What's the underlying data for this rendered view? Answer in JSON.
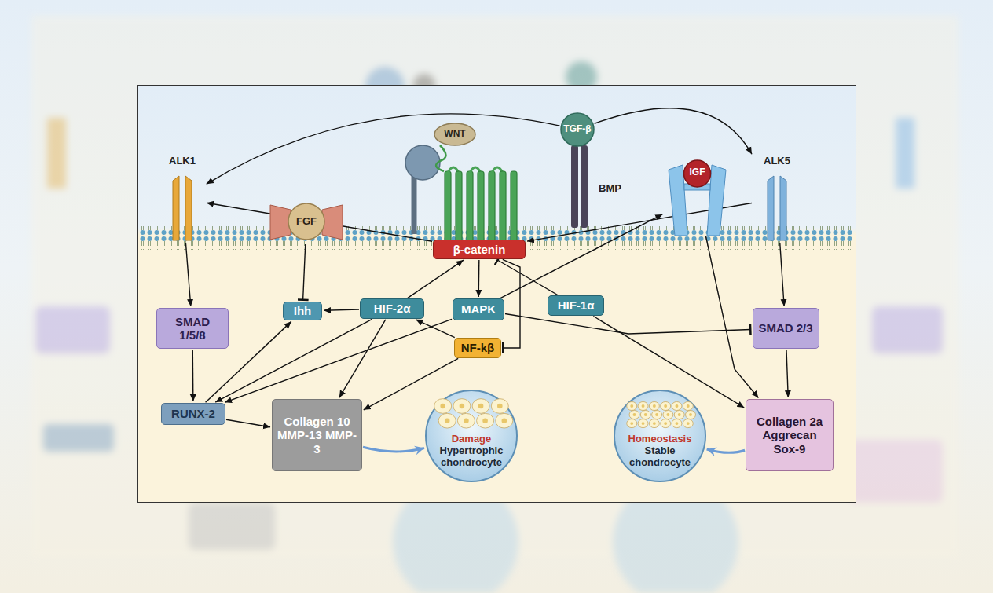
{
  "diagram": {
    "nodes": [
      {
        "text": [
          "TGF-β"
        ]
      },
      {
        "text": [
          "WNT"
        ]
      },
      {
        "text": [
          "ALK1"
        ]
      },
      {
        "text": [
          "FGF"
        ]
      },
      {
        "text": [
          "β-catenin"
        ]
      },
      {
        "text": [
          "IGF"
        ]
      },
      {
        "text": [
          "ALK5"
        ]
      },
      {
        "text": [
          "SMAD 1/5/8"
        ]
      },
      {
        "text": [
          "Ihh"
        ]
      },
      {
        "text": [
          "HIF-2α"
        ]
      },
      {
        "text": [
          "MAPK"
        ]
      },
      {
        "text": [
          "HIF-1α"
        ]
      },
      {
        "text": [
          "NF-kβ"
        ]
      },
      {
        "text": [
          "SMAD 2/3"
        ]
      },
      {
        "text": [
          "RUNX-2"
        ]
      },
      {
        "text": [
          "Collagen 10 MMP-13 MMP-3"
        ]
      },
      {
        "text": [
          "Damage",
          "Hypertrophic chondrocyte"
        ]
      },
      {
        "text": [
          "Homeostasis",
          "Stable chondrocyte"
        ]
      },
      {
        "text": [
          "Collagen 2a Aggrecan Sox-9"
        ]
      }
    ],
    "edges": [
      {
        "from": 0,
        "to": 2,
        "arrow": "to"
      },
      {
        "from": 0,
        "to": 6,
        "arrow": "to"
      },
      {
        "from": 4,
        "to": 2,
        "arrow": "to"
      },
      {
        "from": 6,
        "to": 4,
        "arrow": "to"
      },
      {
        "from": 2,
        "to": 7,
        "arrow": "to"
      },
      {
        "from": 6,
        "to": 13,
        "arrow": "to"
      },
      {
        "from": 3,
        "to": 8,
        "arrow": "to"
      },
      {
        "from": 4,
        "to": 10,
        "arrow": "to"
      },
      {
        "from": 9,
        "to": 4,
        "arrow": "to"
      },
      {
        "from": 9,
        "to": 8,
        "arrow": "to"
      },
      {
        "from": 12,
        "to": 9,
        "arrow": "to"
      },
      {
        "from": 4,
        "to": 12,
        "arrow": "to"
      },
      {
        "from": 11,
        "to": 4,
        "arrow": "to"
      },
      {
        "from": 10,
        "to": 5,
        "arrow": "to"
      },
      {
        "from": 10,
        "to": 13,
        "arrow": "to"
      },
      {
        "from": 11,
        "to": 18,
        "arrow": "to"
      },
      {
        "from": 5,
        "to": 18,
        "arrow": "to"
      },
      {
        "from": 13,
        "to": 18,
        "arrow": "to"
      },
      {
        "from": 7,
        "to": 14,
        "arrow": "to"
      },
      {
        "from": 14,
        "to": 8,
        "arrow": "to"
      },
      {
        "from": 9,
        "to": 14,
        "arrow": "to"
      },
      {
        "from": 9,
        "to": 15,
        "arrow": "to"
      },
      {
        "from": 10,
        "to": 14,
        "arrow": "to"
      },
      {
        "from": 12,
        "to": 15,
        "arrow": "to"
      },
      {
        "from": 14,
        "to": 15,
        "arrow": "to"
      },
      {
        "from": 15,
        "to": 16,
        "arrow": "to"
      },
      {
        "from": 18,
        "to": 17,
        "arrow": "to"
      }
    ],
    "labels": [
      "BMP"
    ]
  }
}
